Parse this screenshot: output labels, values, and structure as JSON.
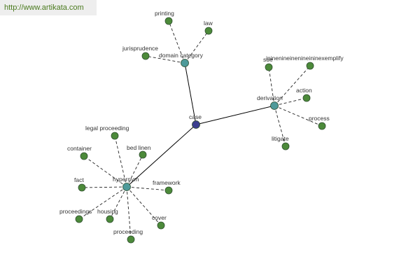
{
  "watermark": {
    "text": "http://www.artikata.com"
  },
  "colors": {
    "root": "#3b3f8f",
    "hub": "#4e9a9a",
    "leaf": "#4c8a3a",
    "url_text": "#4a7a1e"
  },
  "graph": {
    "nodes": [
      {
        "id": "case",
        "label": "case",
        "kind": "root"
      },
      {
        "id": "domain-category",
        "label": "domain category",
        "kind": "hub"
      },
      {
        "id": "derivation",
        "label": "derivation",
        "kind": "hub"
      },
      {
        "id": "hypernym",
        "label": "hypernym",
        "kind": "hub"
      },
      {
        "id": "printing",
        "label": "printing",
        "kind": "leaf"
      },
      {
        "id": "law",
        "label": "law",
        "kind": "leaf"
      },
      {
        "id": "jurisprudence",
        "label": "jurisprudence",
        "kind": "leaf"
      },
      {
        "id": "sue",
        "label": "sue",
        "kind": "leaf"
      },
      {
        "id": "exemplify",
        "label": "ininenineinenineininexemplify",
        "kind": "leaf"
      },
      {
        "id": "action",
        "label": "action",
        "kind": "leaf"
      },
      {
        "id": "process",
        "label": "process",
        "kind": "leaf"
      },
      {
        "id": "litigate",
        "label": "litigate",
        "kind": "leaf"
      },
      {
        "id": "legal-proceeding",
        "label": "legal proceeding",
        "kind": "leaf"
      },
      {
        "id": "container",
        "label": "container",
        "kind": "leaf"
      },
      {
        "id": "bed-linen",
        "label": "bed linen",
        "kind": "leaf"
      },
      {
        "id": "fact",
        "label": "fact",
        "kind": "leaf"
      },
      {
        "id": "framework",
        "label": "framework",
        "kind": "leaf"
      },
      {
        "id": "proceedings",
        "label": "proceedings",
        "kind": "leaf"
      },
      {
        "id": "housing",
        "label": "housing",
        "kind": "leaf"
      },
      {
        "id": "cover",
        "label": "cover",
        "kind": "leaf"
      },
      {
        "id": "proceeding",
        "label": "proceeding",
        "kind": "leaf"
      }
    ],
    "edges": [
      {
        "from": "case",
        "to": "domain-category",
        "style": "solid"
      },
      {
        "from": "case",
        "to": "derivation",
        "style": "solid"
      },
      {
        "from": "case",
        "to": "hypernym",
        "style": "solid"
      },
      {
        "from": "domain-category",
        "to": "printing",
        "style": "dashed"
      },
      {
        "from": "domain-category",
        "to": "law",
        "style": "dashed"
      },
      {
        "from": "domain-category",
        "to": "jurisprudence",
        "style": "dashed"
      },
      {
        "from": "derivation",
        "to": "sue",
        "style": "dashed"
      },
      {
        "from": "derivation",
        "to": "exemplify",
        "style": "dashed"
      },
      {
        "from": "derivation",
        "to": "action",
        "style": "dashed"
      },
      {
        "from": "derivation",
        "to": "process",
        "style": "dashed"
      },
      {
        "from": "derivation",
        "to": "litigate",
        "style": "dashed"
      },
      {
        "from": "hypernym",
        "to": "legal-proceeding",
        "style": "dashed"
      },
      {
        "from": "hypernym",
        "to": "container",
        "style": "dashed"
      },
      {
        "from": "hypernym",
        "to": "bed-linen",
        "style": "dashed"
      },
      {
        "from": "hypernym",
        "to": "fact",
        "style": "dashed"
      },
      {
        "from": "hypernym",
        "to": "framework",
        "style": "dashed"
      },
      {
        "from": "hypernym",
        "to": "proceedings",
        "style": "dashed"
      },
      {
        "from": "hypernym",
        "to": "housing",
        "style": "dashed"
      },
      {
        "from": "hypernym",
        "to": "cover",
        "style": "dashed"
      },
      {
        "from": "hypernym",
        "to": "proceeding",
        "style": "dashed"
      }
    ]
  }
}
